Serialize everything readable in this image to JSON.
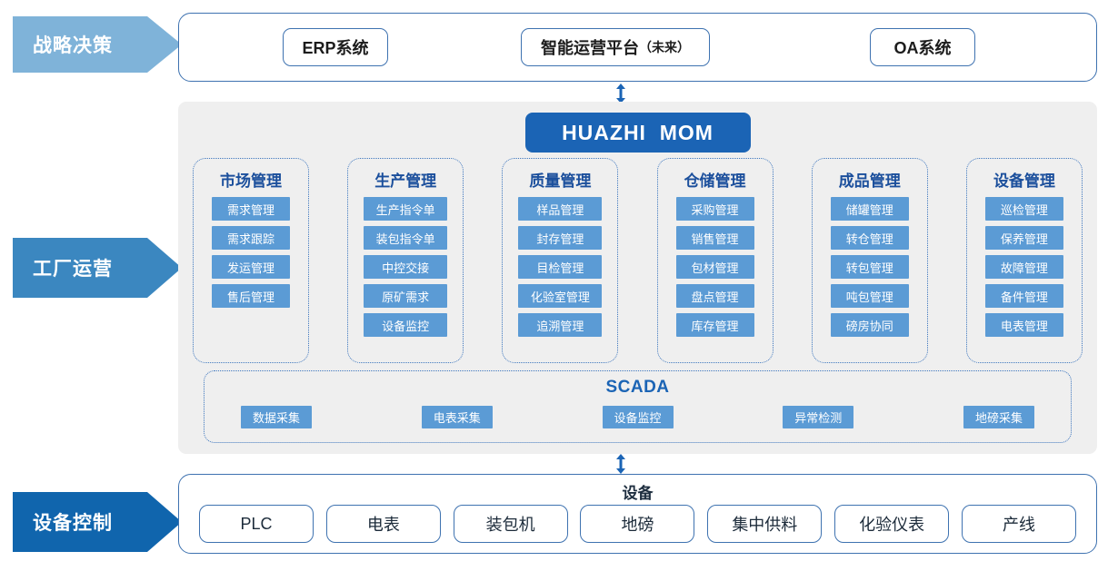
{
  "bands": [
    {
      "key": "strategy",
      "label": "战略决策",
      "color": "#7fb3d9"
    },
    {
      "key": "factory",
      "label": "工厂运营",
      "color": "#3b87c0"
    },
    {
      "key": "device",
      "label": "设备控制",
      "color": "#1065ad"
    }
  ],
  "strategy": {
    "systems": [
      {
        "name": "erp",
        "label": "ERP系统",
        "suffix": ""
      },
      {
        "name": "iop",
        "label": "智能运营平台",
        "suffix": "（未来）"
      },
      {
        "name": "oa",
        "label": "OA系统",
        "suffix": ""
      }
    ]
  },
  "mom": {
    "title": "HUAZHI  MOM",
    "color": "#1b64b5"
  },
  "modules": [
    {
      "title": "市场管理",
      "items": [
        "需求管理",
        "需求跟踪",
        "发运管理",
        "售后管理"
      ]
    },
    {
      "title": "生产管理",
      "items": [
        "生产指令单",
        "装包指令单",
        "中控交接",
        "原矿需求",
        "设备监控"
      ]
    },
    {
      "title": "质量管理",
      "items": [
        "样品管理",
        "封存管理",
        "目检管理",
        "化验室管理",
        "追溯管理"
      ]
    },
    {
      "title": "仓储管理",
      "items": [
        "采购管理",
        "销售管理",
        "包材管理",
        "盘点管理",
        "库存管理"
      ]
    },
    {
      "title": "成品管理",
      "items": [
        "储罐管理",
        "转仓管理",
        "转包管理",
        "吨包管理",
        "磅房协同"
      ]
    },
    {
      "title": "设备管理",
      "items": [
        "巡检管理",
        "保养管理",
        "故障管理",
        "备件管理",
        "电表管理"
      ]
    }
  ],
  "scada": {
    "title": "SCADA",
    "items": [
      "数据采集",
      "电表采集",
      "设备监控",
      "异常检测",
      "地磅采集"
    ]
  },
  "devices": {
    "title": "设备",
    "items": [
      "PLC",
      "电表",
      "装包机",
      "地磅",
      "集中供料",
      "化验仪表",
      "产线"
    ]
  },
  "colors": {
    "accent_blue": "#1b64b5",
    "item_blue": "#5b9bd5",
    "border_blue": "#3e72b0",
    "panel_grey": "#efefef"
  }
}
